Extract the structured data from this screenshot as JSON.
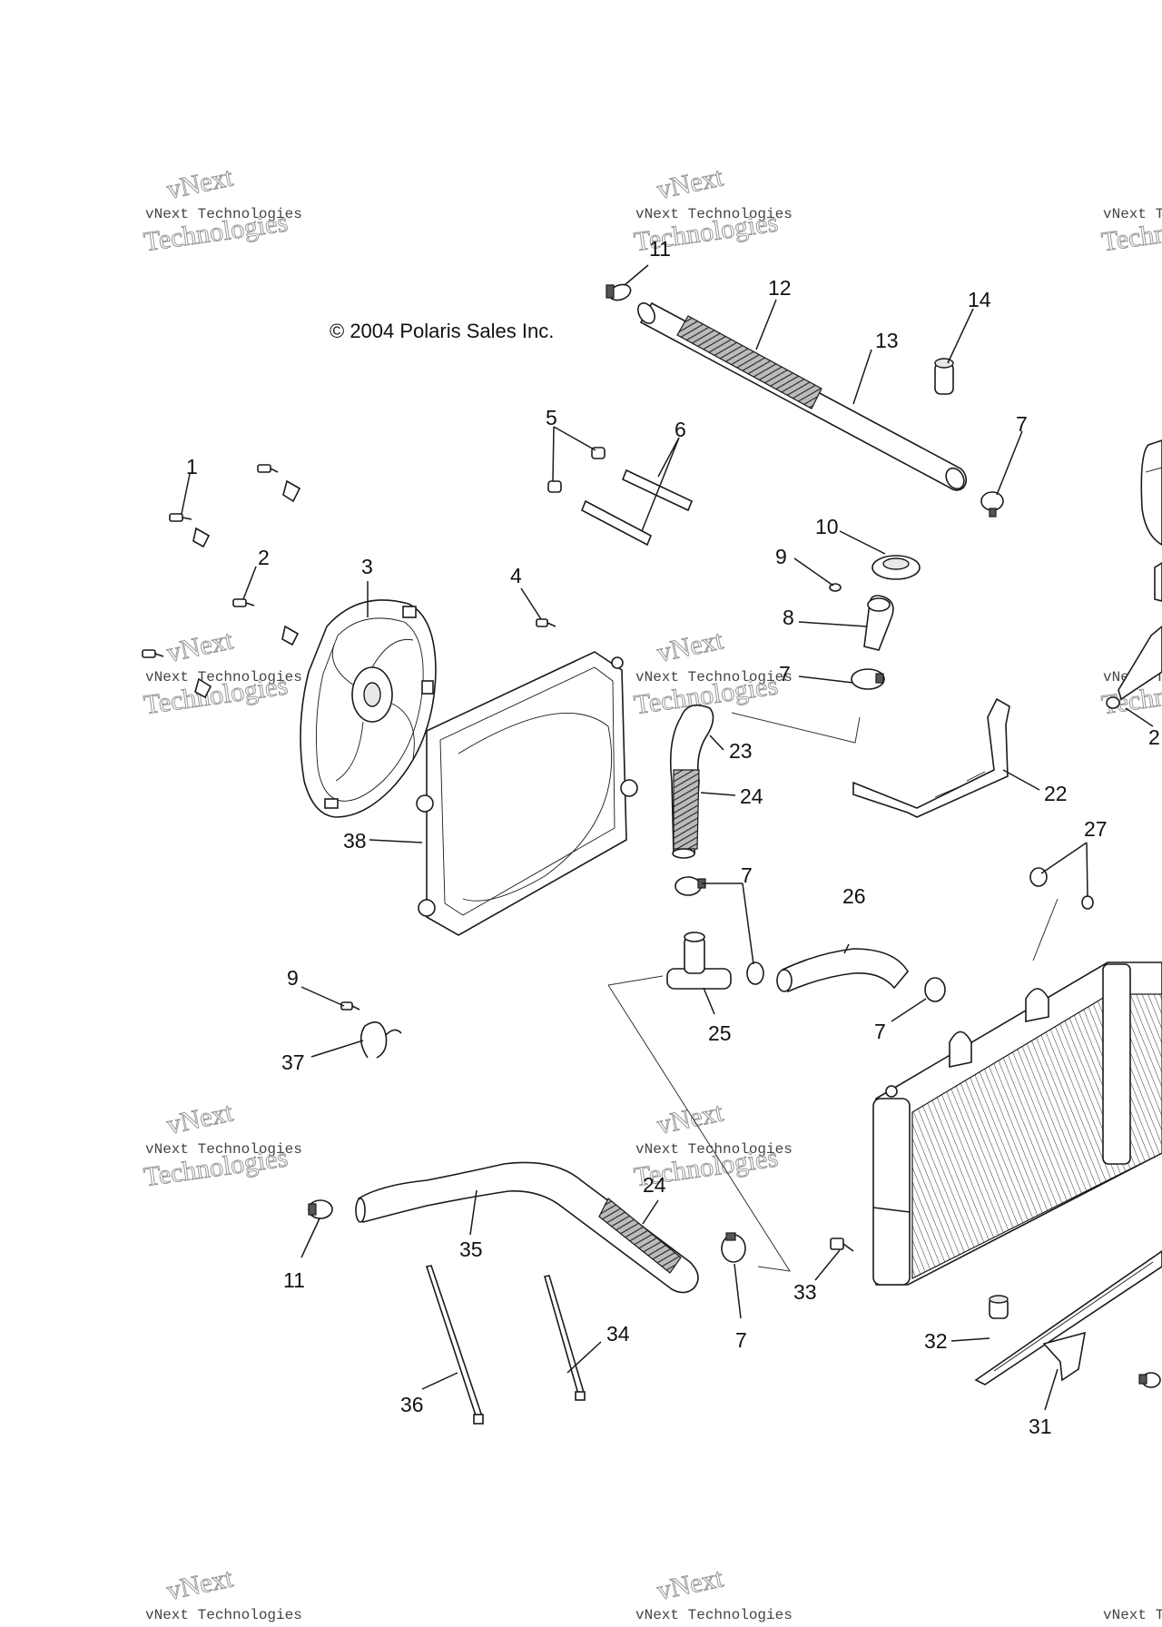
{
  "copyright": "© 2004 Polaris Sales Inc.",
  "watermark": {
    "line1": "vNext Technologies",
    "line2": "Technologies",
    "arc": "vNext"
  },
  "callouts": {
    "c1": "1",
    "c2": "2",
    "c3": "3",
    "c4": "4",
    "c5": "5",
    "c6": "6",
    "c7a": "7",
    "c7b": "7",
    "c7c": "7",
    "c7d": "7",
    "c7e": "7",
    "c8": "8",
    "c9a": "9",
    "c9b": "9",
    "c10": "10",
    "c11a": "11",
    "c11b": "11",
    "c12": "12",
    "c13": "13",
    "c14": "14",
    "c22": "22",
    "c23": "23",
    "c24a": "24",
    "c24b": "24",
    "c25": "25",
    "c26": "26",
    "c27": "27",
    "c31": "31",
    "c32": "32",
    "c33": "33",
    "c34": "34",
    "c35": "35",
    "c36": "36",
    "c37": "37",
    "c38": "38",
    "c2r": "2"
  }
}
